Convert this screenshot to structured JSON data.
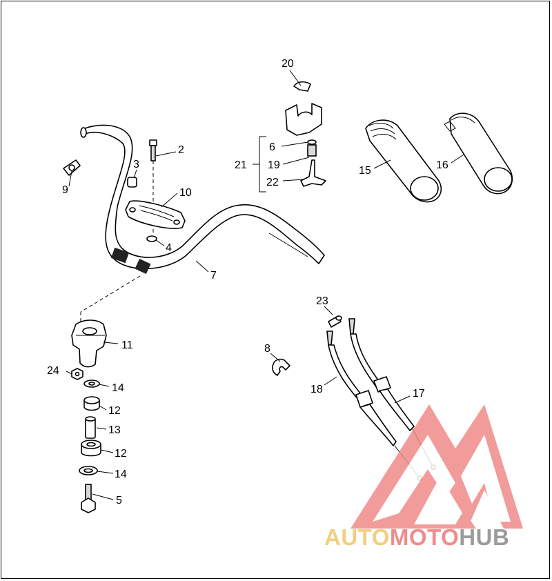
{
  "callouts": [
    "2",
    "3",
    "4",
    "5",
    "6",
    "7",
    "8",
    "9",
    "10",
    "11",
    "12",
    "12",
    "13",
    "14",
    "14",
    "15",
    "16",
    "17",
    "18",
    "19",
    "20",
    "21",
    "22",
    "23",
    "24"
  ],
  "watermark": {
    "parts": [
      "AUTO",
      "MOTO",
      "HUB"
    ],
    "colors": [
      "#f3c66a",
      "#ef7777",
      "#8a8a8a"
    ],
    "logo_color": "#ef8a8a"
  }
}
